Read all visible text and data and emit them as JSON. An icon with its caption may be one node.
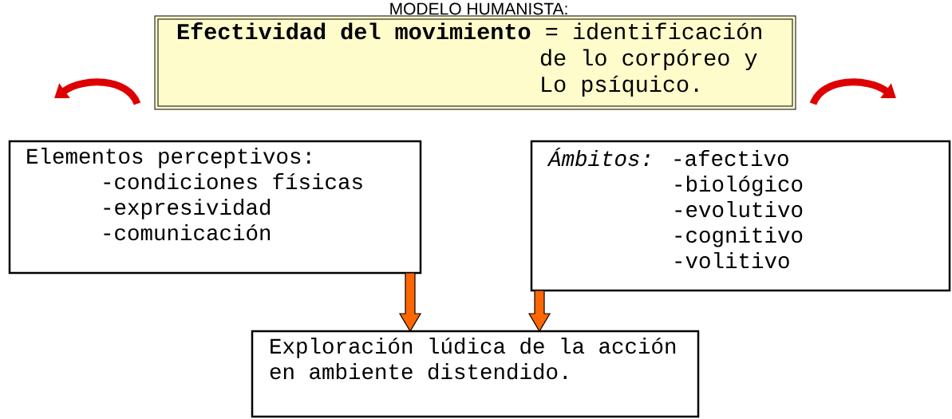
{
  "diagram": {
    "title": "MODELO HUMANISTA:",
    "nodes": [
      {
        "text": [
          "**Efectividad del movimiento** = identificación de lo corpóreo y Lo psíquico."
        ]
      },
      {
        "text": [
          "Elementos perceptivos:",
          "-condiciones físicas",
          "-expresividad",
          "-comunicación"
        ]
      },
      {
        "text": [
          "Ámbitos:",
          "-afectivo",
          "-biológico",
          "-evolutivo",
          "-cognitivo",
          "-volitivo"
        ]
      },
      {
        "text": [
          "Exploración lúdica de la acción en ambiente distendido."
        ]
      }
    ],
    "edges": [
      {
        "from": 0,
        "to": null,
        "arrow": "to",
        "color": "#dd0000"
      },
      {
        "from": 0,
        "to": null,
        "arrow": "to",
        "color": "#dd0000"
      },
      {
        "from": 1,
        "to": 3,
        "arrow": "to",
        "style": "thick",
        "color": "#ff6600"
      },
      {
        "from": 2,
        "to": 3,
        "arrow": "to",
        "style": "thick",
        "color": "#ff6600"
      }
    ]
  }
}
